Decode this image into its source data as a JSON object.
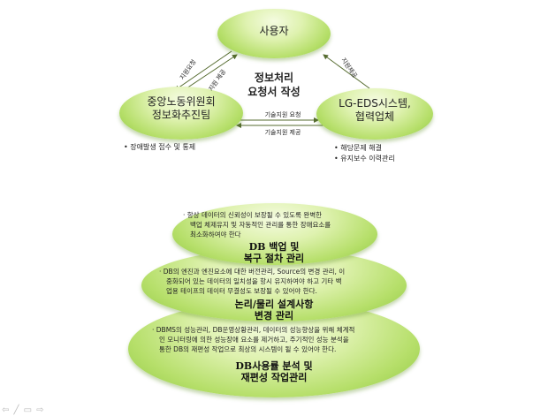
{
  "top_diagram": {
    "center_title": [
      "정보처리",
      "요청서 작성"
    ],
    "nodes": {
      "user": "사용자",
      "committee": [
        "중앙노동위원회",
        "정보화추진팀"
      ],
      "vendor": [
        "LG-EDS시스템,",
        "협력업체"
      ]
    },
    "arrows": {
      "support_request": "지원요청",
      "support_provide": "지원 제공",
      "support_provide_right": "지원제공",
      "tech_request": "기술지원 요청",
      "tech_provide": "기술지원 제공"
    },
    "committee_bullets": [
      "• 장애발생 접수 및 통제"
    ],
    "vendor_bullets": [
      "• 해당문제 해결",
      "• 유지보수 이력관리"
    ]
  },
  "bottom_diagram": {
    "layers": [
      {
        "desc": [
          "· 항상 데이터의 신뢰성이 보장될 수 있도록 완벽한",
          "백업 체제유지 및 자동적인 관리를 통한 장애요소를",
          "최소화하여야 한다"
        ],
        "label": [
          "DB 백업 및",
          "복구 절차 관리"
        ]
      },
      {
        "desc": [
          "· DB의 엔진과 엔진요소에 대한 버전관리, Source의 변경 관리, 이",
          "중화되어 있는 데이터의 일치성을 항시 유지하여야 하고 기타 백",
          "업용 테이프의 데이터 무결성도 보장될 수 있어야 한다."
        ],
        "label": [
          "논리/물리 설계사항",
          "변경 관리"
        ]
      },
      {
        "desc": [
          "· DBMS의 성능관리, DB운영상황관리, 데이터의 성능향상을 위해 체계적",
          "인 모니터링에 의한 성능장애 요소를 제거하고, 주기적인 성능 분석을",
          "통한 DB의 재편성 작업으로 최상의 시스템이 될 수 있어야 한다."
        ],
        "label": [
          "DB사용률 분석 및",
          "재편성 작업관리"
        ]
      }
    ]
  },
  "controls": {
    "icons": [
      "pointer-icon",
      "pen-icon",
      "slide-icon",
      "next-icon"
    ]
  }
}
